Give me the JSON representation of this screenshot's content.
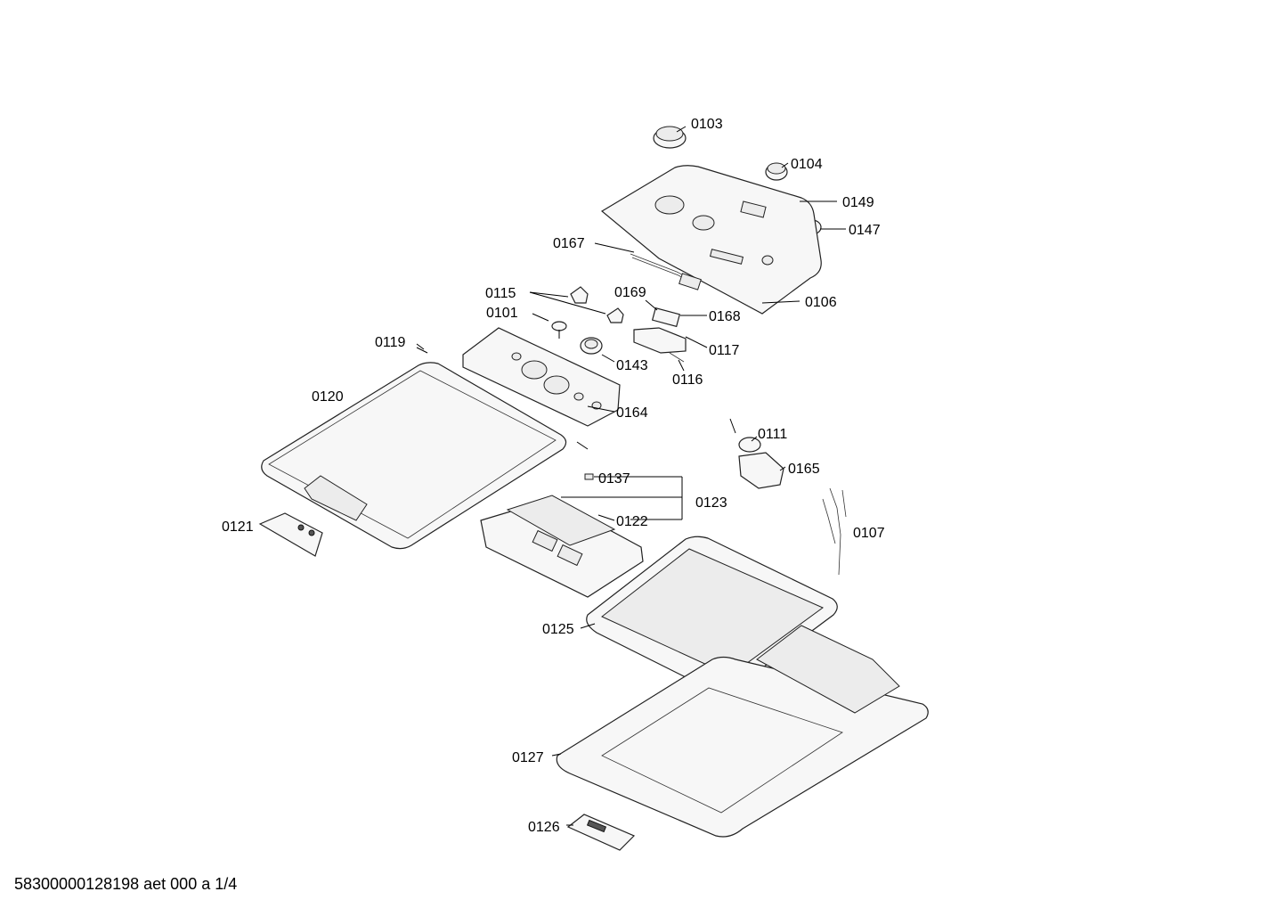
{
  "footer": "58300000128198 aet 000 a 1/4",
  "callouts": [
    "0103",
    "0104",
    "0149",
    "0147",
    "0167",
    "0106",
    "0115",
    "0169",
    "0101",
    "0168",
    "0117",
    "0119",
    "0143",
    "0116",
    "0120",
    "0164",
    "0111",
    "0165",
    "0137",
    "0123",
    "0122",
    "0121",
    "0107",
    "0125",
    "0127",
    "0126"
  ]
}
